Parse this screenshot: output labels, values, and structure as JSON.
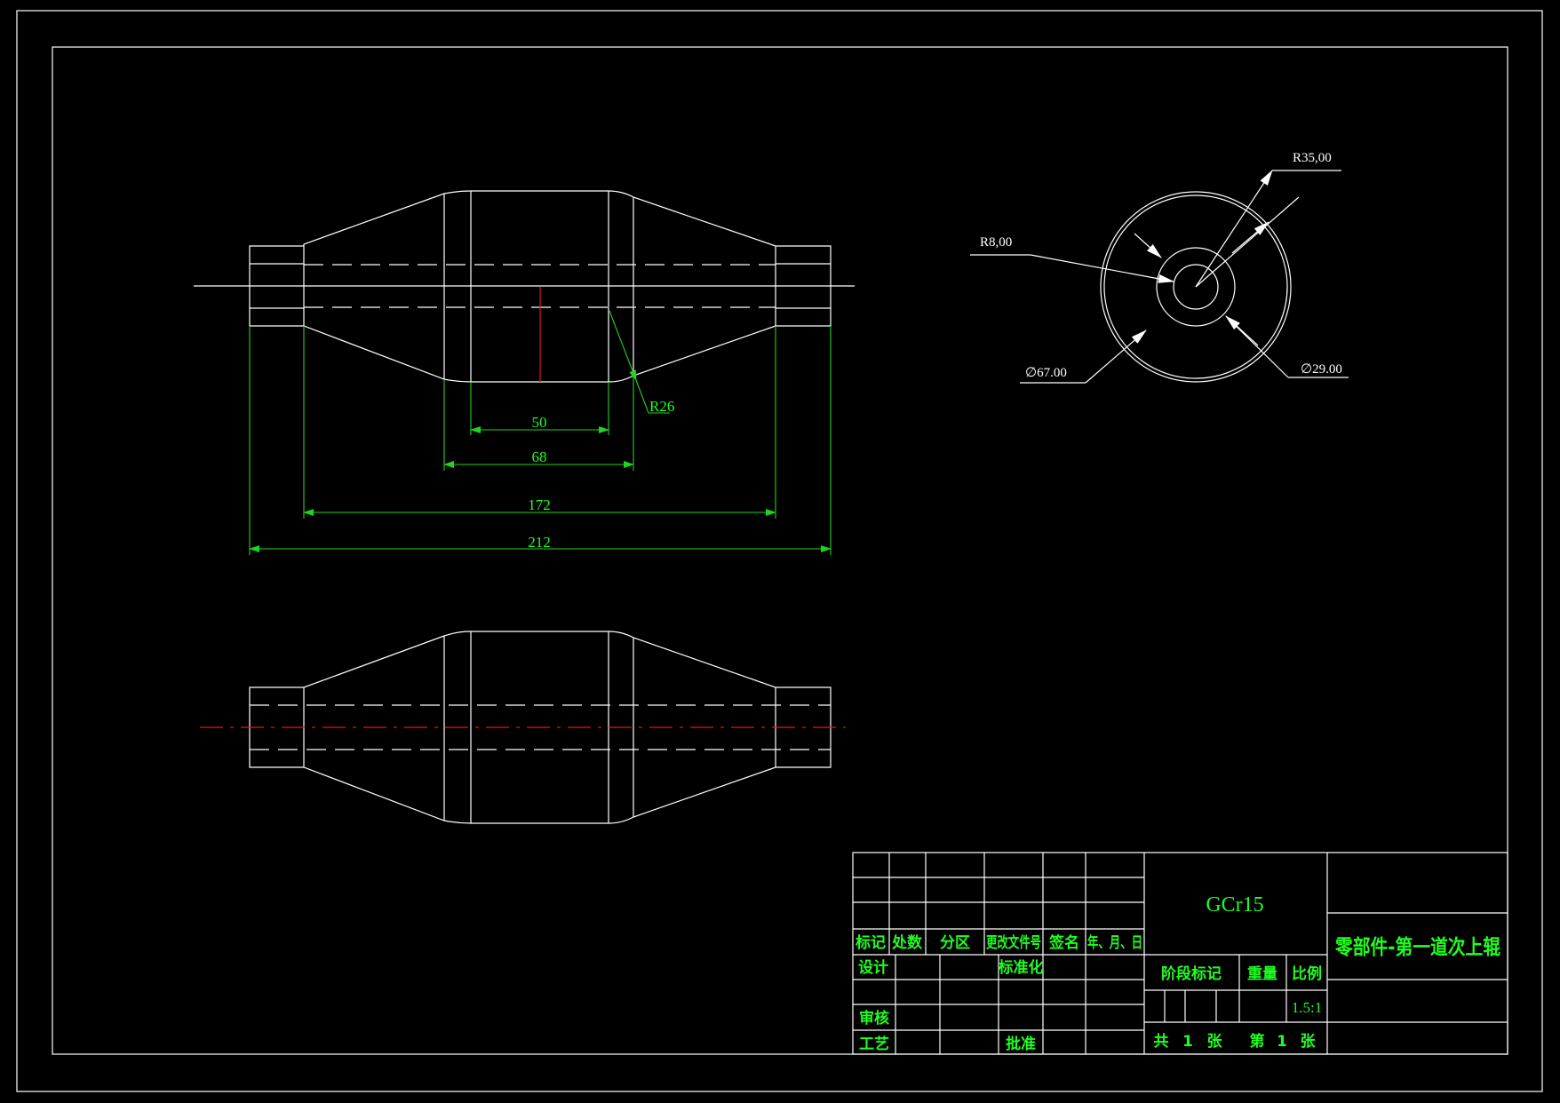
{
  "front_view": {
    "dimensions": {
      "d50": "50",
      "d68": "68",
      "d172": "172",
      "d212": "212",
      "r26": "R26"
    }
  },
  "side_view": {
    "labels": {
      "r35": "R35,00",
      "r8": "R8,00",
      "dia67": "∅67.00",
      "dia29": "∅29.00"
    }
  },
  "title_block": {
    "headers": {
      "mark": "标记",
      "count": "处数",
      "zone": "分区",
      "change_doc": "更改文件号",
      "sign": "签名",
      "date": "年、月、日"
    },
    "roles": {
      "design": "设计",
      "standardization": "标准化",
      "review": "审核",
      "process": "工艺",
      "approve": "批准"
    },
    "stage_mark": "阶段标记",
    "weight": "重量",
    "scale_label": "比例",
    "scale_value": "1.5:1",
    "material": "GCr15",
    "part_name": "零部件-第一道次上辊",
    "sheets": {
      "total_prefix": "共",
      "total": "1",
      "unit": "张",
      "current_prefix": "第",
      "current": "1",
      "unit2": "张"
    }
  },
  "colors": {
    "outline": "#ffffff",
    "dimension": "#1fd41f",
    "centerline": "#e01818",
    "background": "#000000"
  }
}
